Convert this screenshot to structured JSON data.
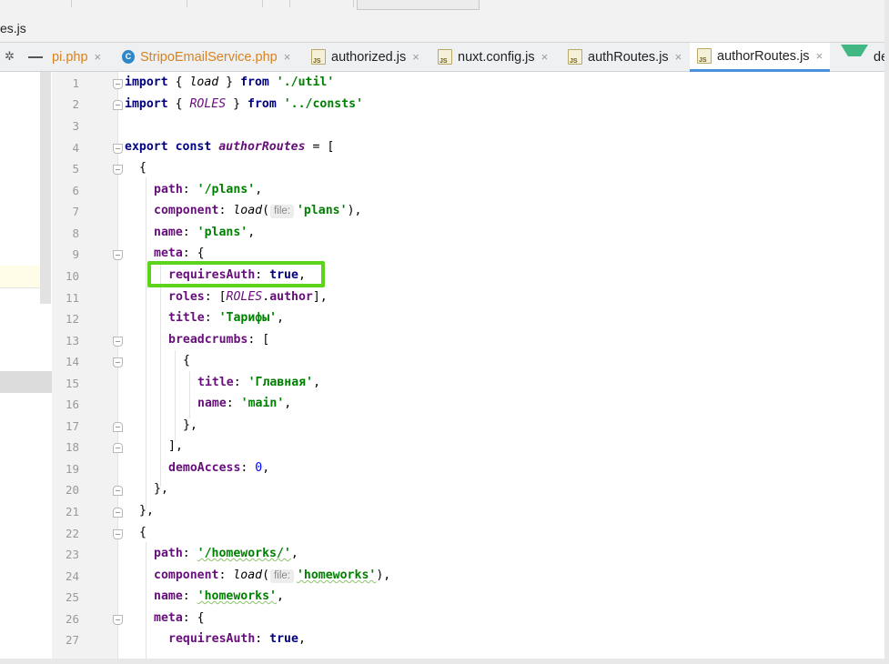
{
  "breadcrumb": {
    "file": "es.js"
  },
  "tabs": [
    {
      "label": "pi.php",
      "icon": "php-file-icon",
      "active": false
    },
    {
      "label": "StripoEmailService.php",
      "icon": "class-icon",
      "active": false
    },
    {
      "label": "authorized.js",
      "icon": "js-file-icon",
      "active": false
    },
    {
      "label": "nuxt.config.js",
      "icon": "js-file-icon",
      "active": false
    },
    {
      "label": "authRoutes.js",
      "icon": "js-file-icon",
      "active": false
    },
    {
      "label": "authorRoutes.js",
      "icon": "js-file-icon",
      "active": true
    },
    {
      "label": "defa",
      "icon": "vue-file-icon",
      "active": false
    }
  ],
  "tab_close_glyph": "×",
  "class_icon_letter": "C",
  "toolbar": {
    "settings_icon": "gear-icon",
    "hide_icon": "minus-icon"
  },
  "editor": {
    "line_numbers": [
      "1",
      "2",
      "3",
      "4",
      "5",
      "6",
      "7",
      "8",
      "9",
      "10",
      "11",
      "12",
      "13",
      "14",
      "15",
      "16",
      "17",
      "18",
      "19",
      "20",
      "21",
      "22",
      "23",
      "24",
      "25",
      "26",
      "27"
    ],
    "hint_label": "file:",
    "code": {
      "l1_import": "import",
      "l1_open": " { ",
      "l1_ident": "load",
      "l1_close": " } ",
      "l1_from": "from",
      "l1_path": "'./util'",
      "l2_import": "import",
      "l2_open": " { ",
      "l2_ident": "ROLES",
      "l2_close": " } ",
      "l2_from": "from",
      "l2_path": "'../consts'",
      "l4_export": "export const",
      "l4_name": "authorRoutes",
      "l4_rest": " = [",
      "l5": "{",
      "l6_key": "path",
      "l6_sep": ": ",
      "l6_val": "'/plans'",
      "l6_end": ",",
      "l7_key": "component",
      "l7_sep": ": ",
      "l7_fn": "load",
      "l7_open": "(",
      "l7_val": "'plans'",
      "l7_end": "),",
      "l8_key": "name",
      "l8_sep": ": ",
      "l8_val": "'plans'",
      "l8_end": ",",
      "l9_key": "meta",
      "l9_rest": ": {",
      "l10_key": "requiresAuth",
      "l10_sep": ": ",
      "l10_val": "true",
      "l10_end": ",",
      "l11_key": "roles",
      "l11_sep": ": [",
      "l11_obj": "ROLES",
      "l11_dot": ".",
      "l11_prop": "author",
      "l11_end": "],",
      "l12_key": "title",
      "l12_sep": ": ",
      "l12_val": "'Тарифы'",
      "l12_end": ",",
      "l13_key": "breadcrumbs",
      "l13_rest": ": [",
      "l14": "{",
      "l15_key": "title",
      "l15_sep": ": ",
      "l15_val": "'Главная'",
      "l15_end": ",",
      "l16_key": "name",
      "l16_sep": ": ",
      "l16_val": "'main'",
      "l16_end": ",",
      "l17": "},",
      "l18": "],",
      "l19_key": "demoAccess",
      "l19_sep": ": ",
      "l19_val": "0",
      "l19_end": ",",
      "l20": "},",
      "l21": "},",
      "l22": "{",
      "l23_key": "path",
      "l23_sep": ": ",
      "l23_val": "'/homeworks/'",
      "l23_end": ",",
      "l24_key": "component",
      "l24_sep": ": ",
      "l24_fn": "load",
      "l24_open": "(",
      "l24_val": "'homeworks'",
      "l24_end": "),",
      "l25_key": "name",
      "l25_sep": ": ",
      "l25_val": "'homeworks'",
      "l25_end": ",",
      "l26_key": "meta",
      "l26_rest": ": {",
      "l27_key": "requiresAuth",
      "l27_sep": ": ",
      "l27_val": "true",
      "l27_end": ","
    }
  },
  "colors": {
    "highlight_box": "#5dd41c",
    "keyword": "#000080",
    "property": "#660e7a",
    "string": "#008000",
    "number": "#0000ff",
    "active_tab_underline": "#4a90d9"
  }
}
